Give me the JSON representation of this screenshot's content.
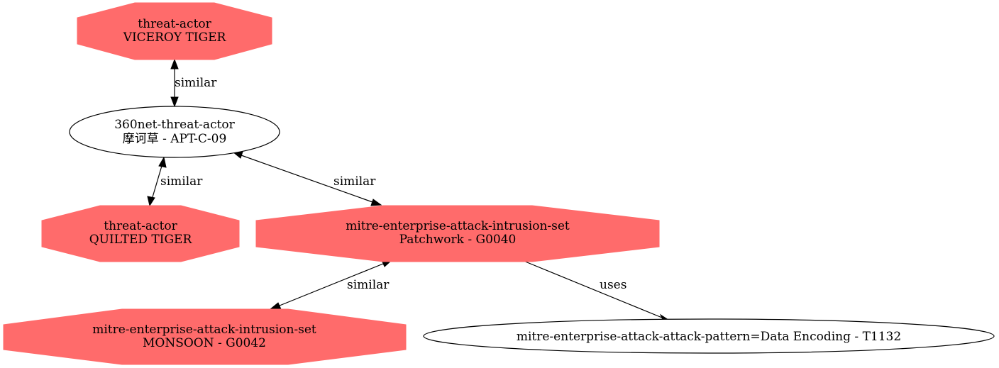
{
  "colors": {
    "threat_fill": "#ff6b6b",
    "ellipse_fill": "#ffffff",
    "stroke": "#000000",
    "background": "#ffffff"
  },
  "nodes": {
    "viceroy": {
      "line1": "threat-actor",
      "line2": "VICEROY TIGER"
    },
    "apt_c_09": {
      "line1": "360net-threat-actor",
      "line2": "摩诃草 - APT-C-09"
    },
    "quilted": {
      "line1": "threat-actor",
      "line2": "QUILTED TIGER"
    },
    "patchwork": {
      "line1": "mitre-enterprise-attack-intrusion-set",
      "line2": "Patchwork - G0040"
    },
    "monsoon": {
      "line1": "mitre-enterprise-attack-intrusion-set",
      "line2": "MONSOON - G0042"
    },
    "data_encoding": {
      "line1": "mitre-enterprise-attack-attack-pattern=Data Encoding - T1132"
    }
  },
  "edges": {
    "viceroy_apt": {
      "label": "similar"
    },
    "apt_quilted": {
      "label": "similar"
    },
    "apt_patchwork": {
      "label": "similar"
    },
    "patchwork_monsoon": {
      "label": "similar"
    },
    "patchwork_encoding": {
      "label": "uses"
    }
  }
}
